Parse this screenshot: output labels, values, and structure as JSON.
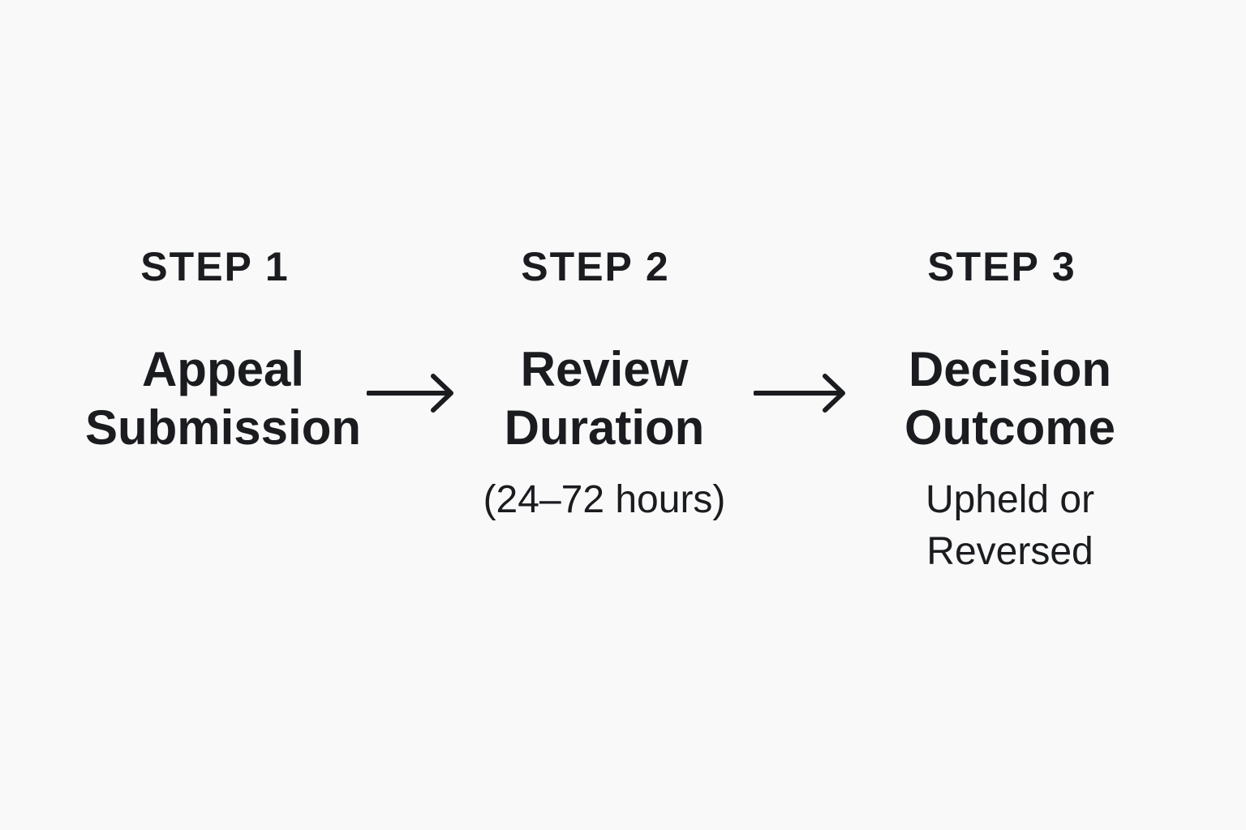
{
  "steps": [
    {
      "label": "STEP 1",
      "title_line1": "Appeal",
      "title_line2": "Submission"
    },
    {
      "label": "STEP 2",
      "title_line1": "Review",
      "title_line2": "Duration",
      "note_line1": "(24–72 hours)"
    },
    {
      "label": "STEP 3",
      "title_line1": "Decision",
      "title_line2": "Outcome",
      "note_line1": "Upheld or",
      "note_line2": "Reversed"
    }
  ],
  "arrows": [
    "arrow-right-icon",
    "arrow-right-icon"
  ],
  "colors": {
    "background": "#f9f9f9",
    "text": "#1a1c1f"
  }
}
